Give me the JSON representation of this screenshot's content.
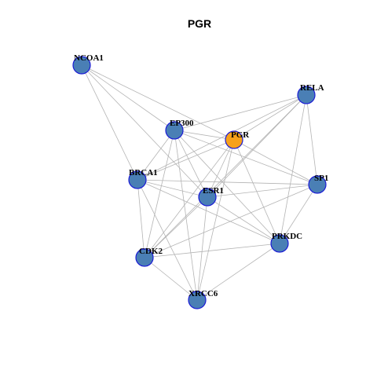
{
  "title": "PGR",
  "colors": {
    "node_default": "#4a7fb5",
    "node_highlight": "#f7a11a",
    "node_border": "#1c1cd6",
    "edge": "#b4b4b4"
  },
  "nodes": [
    {
      "id": "NCOA1",
      "label": "NCOA1",
      "highlight": false
    },
    {
      "id": "EP300",
      "label": "EP300",
      "highlight": false
    },
    {
      "id": "PGR",
      "label": "PGR",
      "highlight": true
    },
    {
      "id": "RELA",
      "label": "RELA",
      "highlight": false
    },
    {
      "id": "BRCA1",
      "label": "BRCA1",
      "highlight": false
    },
    {
      "id": "ESR1",
      "label": "ESR1",
      "highlight": false
    },
    {
      "id": "SP1",
      "label": "SP1",
      "highlight": false
    },
    {
      "id": "PRKDC",
      "label": "PRKDC",
      "highlight": false
    },
    {
      "id": "CDK2",
      "label": "CDK2",
      "highlight": false
    },
    {
      "id": "XRCC6",
      "label": "XRCC6",
      "highlight": false
    }
  ],
  "edges": [
    [
      "NCOA1",
      "EP300"
    ],
    [
      "NCOA1",
      "PGR"
    ],
    [
      "NCOA1",
      "BRCA1"
    ],
    [
      "NCOA1",
      "ESR1"
    ],
    [
      "EP300",
      "PGR"
    ],
    [
      "EP300",
      "RELA"
    ],
    [
      "EP300",
      "BRCA1"
    ],
    [
      "EP300",
      "ESR1"
    ],
    [
      "EP300",
      "SP1"
    ],
    [
      "EP300",
      "PRKDC"
    ],
    [
      "EP300",
      "CDK2"
    ],
    [
      "EP300",
      "XRCC6"
    ],
    [
      "PGR",
      "RELA"
    ],
    [
      "PGR",
      "BRCA1"
    ],
    [
      "PGR",
      "ESR1"
    ],
    [
      "PGR",
      "SP1"
    ],
    [
      "PGR",
      "PRKDC"
    ],
    [
      "PGR",
      "CDK2"
    ],
    [
      "PGR",
      "XRCC6"
    ],
    [
      "RELA",
      "BRCA1"
    ],
    [
      "RELA",
      "ESR1"
    ],
    [
      "RELA",
      "SP1"
    ],
    [
      "RELA",
      "PRKDC"
    ],
    [
      "RELA",
      "CDK2"
    ],
    [
      "BRCA1",
      "ESR1"
    ],
    [
      "BRCA1",
      "SP1"
    ],
    [
      "BRCA1",
      "PRKDC"
    ],
    [
      "BRCA1",
      "CDK2"
    ],
    [
      "BRCA1",
      "XRCC6"
    ],
    [
      "ESR1",
      "SP1"
    ],
    [
      "ESR1",
      "PRKDC"
    ],
    [
      "ESR1",
      "CDK2"
    ],
    [
      "ESR1",
      "XRCC6"
    ],
    [
      "SP1",
      "PRKDC"
    ],
    [
      "SP1",
      "CDK2"
    ],
    [
      "PRKDC",
      "CDK2"
    ],
    [
      "PRKDC",
      "XRCC6"
    ],
    [
      "CDK2",
      "XRCC6"
    ]
  ]
}
